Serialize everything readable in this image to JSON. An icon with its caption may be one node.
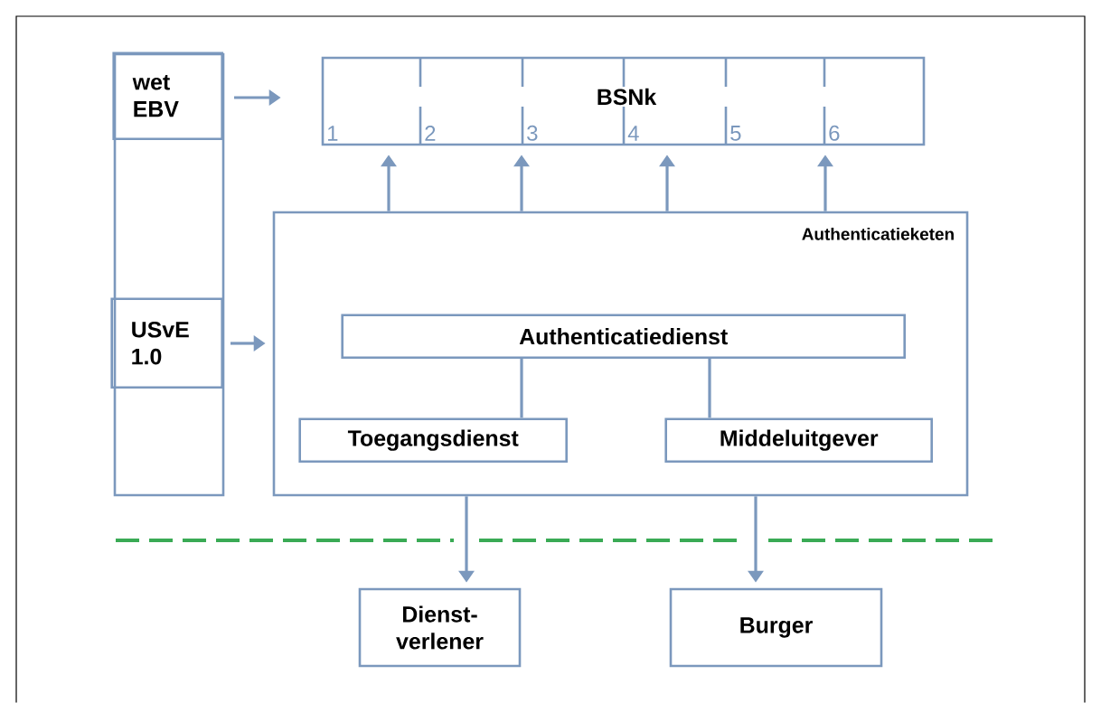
{
  "diagram": {
    "nodes": [
      {
        "text": [],
        "shape": "box"
      },
      {
        "text": [
          "wet EBV"
        ],
        "in": 0
      },
      {
        "text": [
          "USvE 1.0"
        ],
        "in": 0
      },
      {
        "text": [
          "BSNk"
        ]
      },
      {
        "text": [
          "Authenticatieketen"
        ]
      },
      {
        "text": [
          "Authenticatiedienst"
        ],
        "in": 4
      },
      {
        "text": [
          "Toegangsdienst"
        ],
        "in": 4
      },
      {
        "text": [
          "Middeluitgever"
        ],
        "in": 4
      },
      {
        "text": [
          "Dienst- verlener"
        ]
      },
      {
        "text": [
          "Burger"
        ]
      }
    ],
    "edges": [
      {
        "from": 1,
        "to": 3,
        "arrow": "to"
      },
      {
        "from": 2,
        "to": 4,
        "arrow": "to"
      },
      {
        "from": 4,
        "to": 3,
        "arrow": "to"
      },
      {
        "from": 4,
        "to": 3,
        "arrow": "to"
      },
      {
        "from": 4,
        "to": 3,
        "arrow": "to"
      },
      {
        "from": 4,
        "to": 3,
        "arrow": "to"
      },
      {
        "from": 5,
        "to": 6,
        "arrow": "none"
      },
      {
        "from": 5,
        "to": 7,
        "arrow": "none"
      },
      {
        "from": 4,
        "to": 8,
        "arrow": "to"
      },
      {
        "from": 4,
        "to": 9,
        "arrow": "to"
      }
    ],
    "labels": [
      "1",
      "2",
      "3",
      "4",
      "5",
      "6"
    ]
  }
}
